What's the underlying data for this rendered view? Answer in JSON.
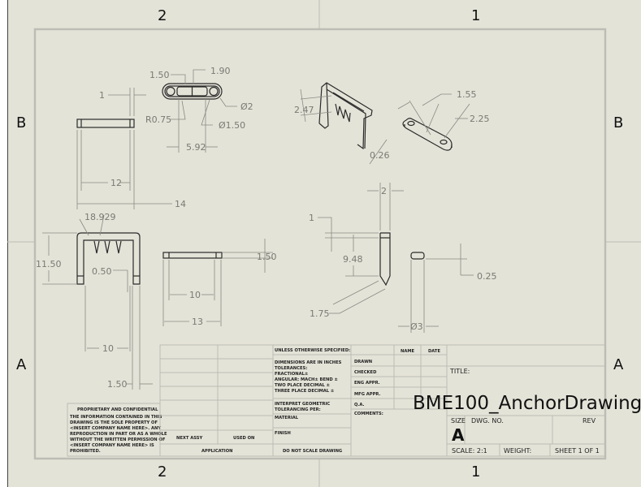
{
  "zones": {
    "top": [
      "2",
      "1"
    ],
    "bottom": [
      "2",
      "1"
    ],
    "left": [
      "B",
      "A"
    ],
    "right": [
      "B",
      "A"
    ]
  },
  "dimensions": {
    "top_view": {
      "width_inner": "12",
      "width_outer": "14",
      "thickness": "1"
    },
    "plate_top": {
      "d1": "1.50",
      "d2": "1.90",
      "radius": "R0.75",
      "hole_large": "Ø2",
      "hole_small": "Ø1.50",
      "spacing": "5.92"
    },
    "iso_bracket": {
      "d1": "2.47",
      "d2": "0.26"
    },
    "iso_plate": {
      "d1": "1.55",
      "d2": "2.25"
    },
    "front_view": {
      "angle": "18.929",
      "height": "11.50",
      "gap": "0.50",
      "inner": "10",
      "leg": "1.50"
    },
    "side_view": {
      "thickness": "1.50",
      "inner": "10",
      "outer": "13"
    },
    "pin_view": {
      "width": "2",
      "top": "1",
      "length": "9.48",
      "tip": "1.75"
    },
    "end_view": {
      "height": "0.25",
      "diameter": "Ø3"
    }
  },
  "proprietary": {
    "heading": "PROPRIETARY AND CONFIDENTIAL",
    "lines": [
      "THE INFORMATION CONTAINED IN THIS",
      "DRAWING IS THE SOLE PROPERTY OF",
      "<INSERT COMPANY NAME HERE>. ANY",
      "REPRODUCTION IN PART OR AS A WHOLE",
      "WITHOUT THE WRITTEN PERMISSION OF",
      "<INSERT COMPANY NAME HERE> IS",
      "PROHIBITED."
    ]
  },
  "title_block": {
    "next_assy": "NEXT ASSY",
    "used_on": "USED ON",
    "application": "APPLICATION",
    "unless": "UNLESS OTHERWISE SPECIFIED:",
    "dims_lines": [
      "DIMENSIONS ARE IN INCHES",
      "TOLERANCES:",
      "FRACTIONAL±",
      "ANGULAR: MACH±    BEND ±",
      "TWO PLACE DECIMAL    ±",
      "THREE PLACE DECIMAL  ±"
    ],
    "interpret": [
      "INTERPRET GEOMETRIC",
      "TOLERANCING PER:"
    ],
    "material": "MATERIAL",
    "finish": "FINISH",
    "do_not_scale": "DO NOT SCALE DRAWING",
    "name": "NAME",
    "date": "DATE",
    "rows": [
      "DRAWN",
      "CHECKED",
      "ENG APPR.",
      "MFG APPR.",
      "Q.A."
    ],
    "comments": "COMMENTS:",
    "title_label": "TITLE:",
    "size_label": "SIZE",
    "size_value": "A",
    "dwg_no_label": "DWG.  NO.",
    "rev_label": "REV",
    "dwg_no": "BME100_AnchorDrawing",
    "scale": "SCALE: 2:1",
    "weight": "WEIGHT:",
    "sheet": "SHEET 1 OF 1"
  },
  "colors": {
    "sheet": "#e4e3d8",
    "frame": "#bdbdb5"
  }
}
